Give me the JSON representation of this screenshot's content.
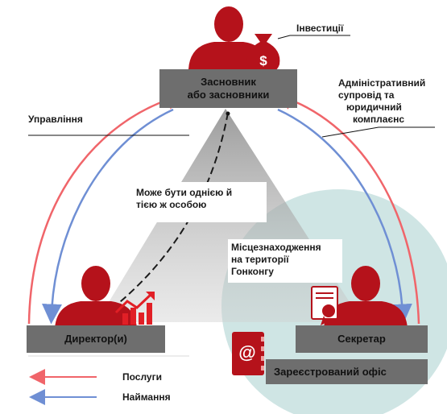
{
  "labels": {
    "investments": "Інвестиції",
    "management": "Управління",
    "admin_line1": "Адміністративний",
    "admin_line2": "супровід та",
    "admin_line3": "юридичний",
    "admin_line4": "комплаєнс",
    "same_person_line1": "Може бути однією й",
    "same_person_line2": "тією ж особою",
    "location_line1": "Місцезнаходження",
    "location_line2": "на території",
    "location_line3": "Гонконгу"
  },
  "nodes": {
    "founder_line1": "Засновник",
    "founder_line2": "або засновники",
    "director": "Директор(и)",
    "secretary": "Секретар",
    "registered_office": "Зареєстрований офіс"
  },
  "legend": {
    "services": "Послуги",
    "hiring": "Наймання"
  },
  "colors": {
    "person": "#b5121b",
    "box": "#6e6e6e",
    "red_arrow": "#f0656a",
    "blue_arrow": "#6f8fd4",
    "teal_circle": "#cfe5e4"
  },
  "icons": [
    "person-icon",
    "money-bag-icon",
    "growth-chart-icon",
    "certificate-icon",
    "address-book-icon"
  ]
}
